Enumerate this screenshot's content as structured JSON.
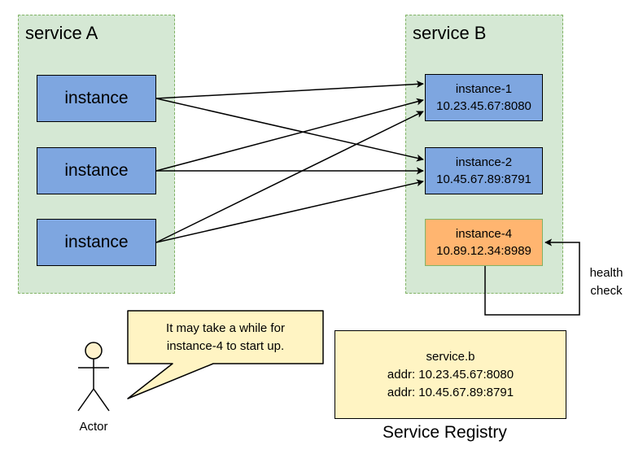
{
  "service_a": {
    "title": "service A",
    "instances": [
      "instance",
      "instance",
      "instance"
    ]
  },
  "service_b": {
    "title": "service B",
    "instances": [
      {
        "name": "instance-1",
        "addr": "10.23.45.67:8080"
      },
      {
        "name": "instance-2",
        "addr": "10.45.67.89:8791"
      },
      {
        "name": "instance-4",
        "addr": "10.89.12.34:8989"
      }
    ]
  },
  "health_check": {
    "line1": "health",
    "line2": "check"
  },
  "callout": {
    "line1": "It may take a while for",
    "line2": "instance-4 to start up."
  },
  "actor": {
    "label": "Actor"
  },
  "registry": {
    "line1": "service.b",
    "line2": "addr: 10.23.45.67:8080",
    "line3": "addr: 10.45.67.89:8791"
  },
  "footer": {
    "text": "Service Registry"
  },
  "colors": {
    "service_bg": "#d5e8d4",
    "service_border": "#82b366",
    "instance_blue": "#7ea6e0",
    "instance_orange": "#ffb570",
    "note_yellow": "#fff4c3",
    "actor_head": "#fff2cc"
  }
}
